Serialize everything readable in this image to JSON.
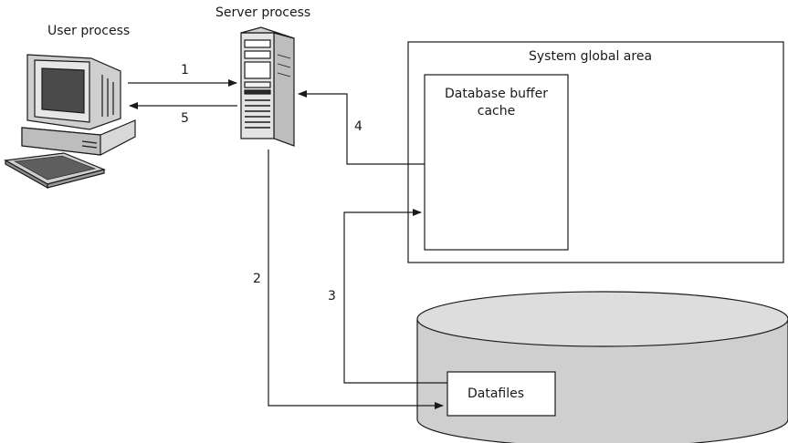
{
  "labels": {
    "user_process": "User process",
    "server_process": "Server process",
    "sga": "System global area",
    "db_buffer_cache_line1": "Database buffer",
    "db_buffer_cache_line2": "cache",
    "datafiles": "Datafiles"
  },
  "steps": [
    "1",
    "5",
    "4",
    "2",
    "3"
  ],
  "icons": {
    "user": "desktop-computer-icon",
    "server": "server-tower-icon",
    "disk": "database-disk-icon"
  },
  "colors": {
    "stroke": "#1a1a1a",
    "background": "#ffffff"
  }
}
